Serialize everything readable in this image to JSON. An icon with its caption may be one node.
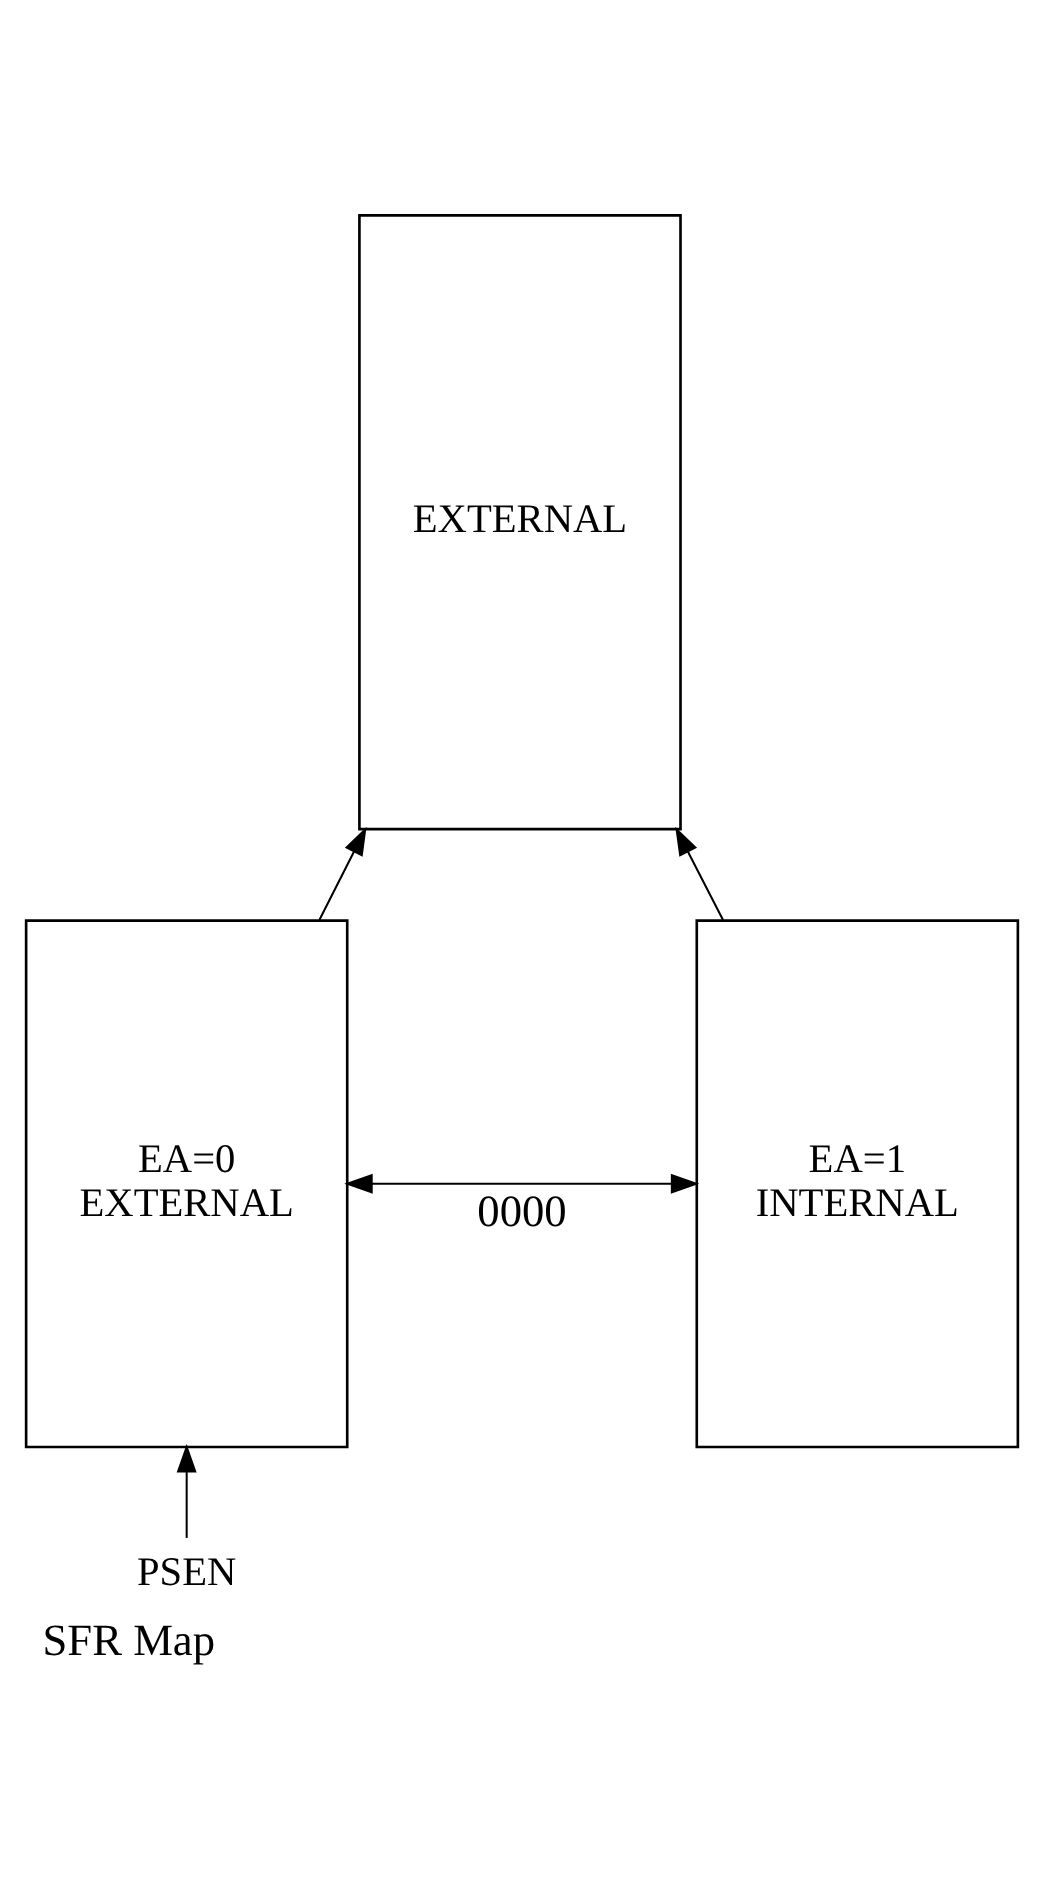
{
  "diagram": {
    "caption": "SFR Map",
    "nodes": [
      {
        "text": [
          "EXTERNAL"
        ]
      },
      {
        "text": [
          "EA=0",
          "EXTERNAL"
        ]
      },
      {
        "text": [
          "EA=1",
          "INTERNAL"
        ]
      },
      {
        "text": [
          "PSEN"
        ]
      }
    ],
    "edges": [
      {
        "from": 1,
        "to": 0,
        "arrow": "to"
      },
      {
        "from": 2,
        "to": 0,
        "arrow": "to"
      },
      {
        "from": 1,
        "to": 2,
        "arrow": "both",
        "label": "0000"
      },
      {
        "from": 3,
        "to": 1,
        "arrow": "to"
      }
    ]
  }
}
